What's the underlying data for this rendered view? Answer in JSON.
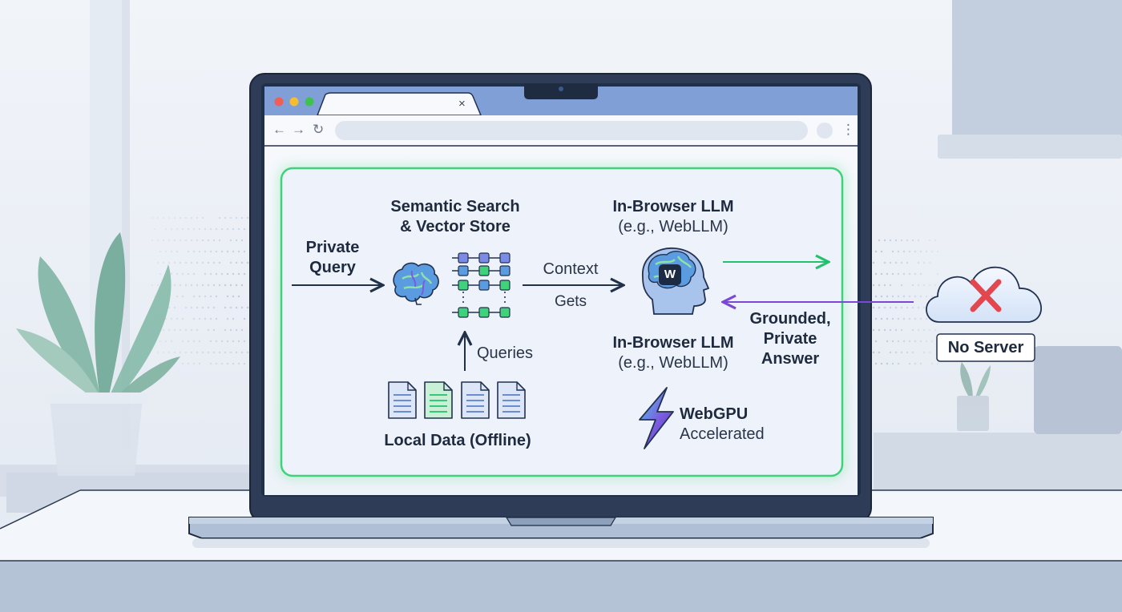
{
  "browser": {
    "tab_close_glyph": "×",
    "nav_back_glyph": "←",
    "nav_forward_glyph": "→",
    "nav_reload_glyph": "↻",
    "menu_glyph": "⋮",
    "window_dot_colors": [
      "#ef5f55",
      "#f7bd31",
      "#3fc14f"
    ]
  },
  "diagram": {
    "private_query": [
      "Private",
      "Query"
    ],
    "semantic_search": [
      "Semantic Search",
      "& Vector Store"
    ],
    "llm_top": {
      "name": "In-Browser LLM",
      "example": "(e.g., WebLLM)"
    },
    "context": "Context",
    "gets": "Gets",
    "queries": "Queries",
    "local_data": "Local Data (Offline)",
    "llm_bottom": {
      "name": "In-Browser LLM",
      "example": "(e.g., WebLLM)"
    },
    "answer": [
      "Grounded,",
      "Private",
      "Answer"
    ],
    "webgpu": {
      "name": "WebGPU",
      "detail": "Accelerated"
    },
    "llm_badge_letter": "W",
    "no_server": "No Server"
  },
  "colors": {
    "frame_green": "#3fd27a",
    "arrow_green": "#23c16b",
    "arrow_purple": "#7a47d6",
    "x_red": "#e2474f",
    "browser_bar_blue": "#7f9fd6"
  },
  "icons": {
    "brain": "brain-icon",
    "vector_grid": "vector-grid-icon",
    "documents": "document-icon",
    "head": "head-brain-icon",
    "lightning": "lightning-icon",
    "cloud": "cloud-icon",
    "error": "x-icon",
    "plant": "plant-icon"
  }
}
